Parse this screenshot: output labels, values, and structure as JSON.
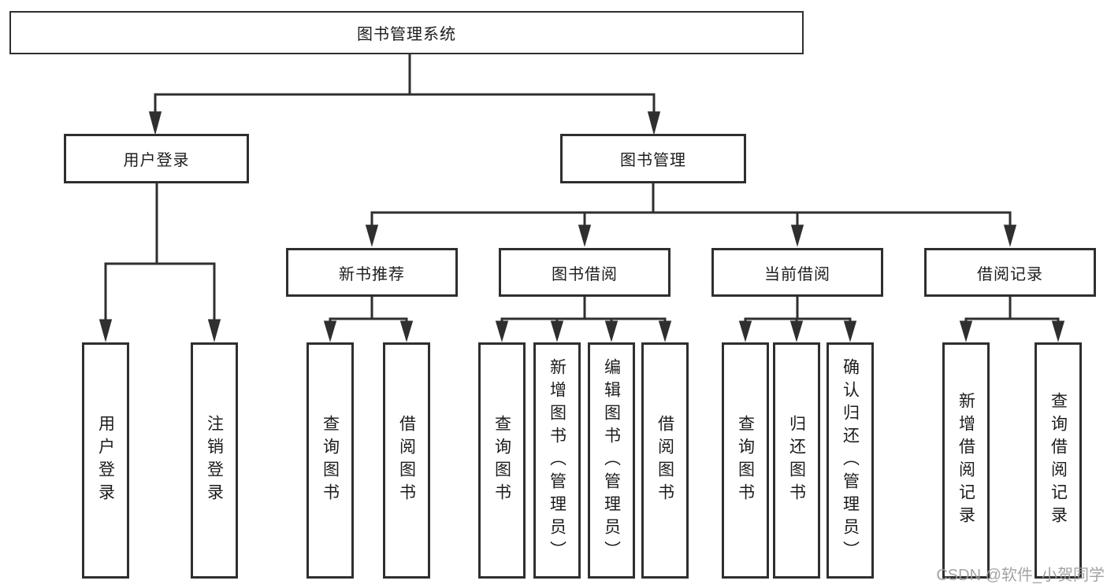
{
  "nodes": {
    "root": "图书管理系统",
    "user_login_branch": "用户登录",
    "book_mgmt_branch": "图书管理",
    "new_book_rec": "新书推荐",
    "book_borrow": "图书借阅",
    "current_borrow": "当前借阅",
    "borrow_records": "借阅记录"
  },
  "leaves": {
    "login": [
      "用户登录",
      "注销登录"
    ],
    "new_book_rec": [
      "查询图书",
      "借阅图书"
    ],
    "book_borrow": [
      "查询图书",
      "新增图书（管理员）",
      "编辑图书（管理员）",
      "借阅图书"
    ],
    "current_borrow": [
      "查询图书",
      "归还图书",
      "确认归还（管理员）"
    ],
    "borrow_records": [
      "新增借阅记录",
      "查询借阅记录"
    ]
  },
  "watermark": "CSDN @软件_小贺同学",
  "colors": {
    "line": "#2f2f2f",
    "text": "#1c1c1c",
    "watermark": "#9c9c9c",
    "background": "#ffffff"
  }
}
